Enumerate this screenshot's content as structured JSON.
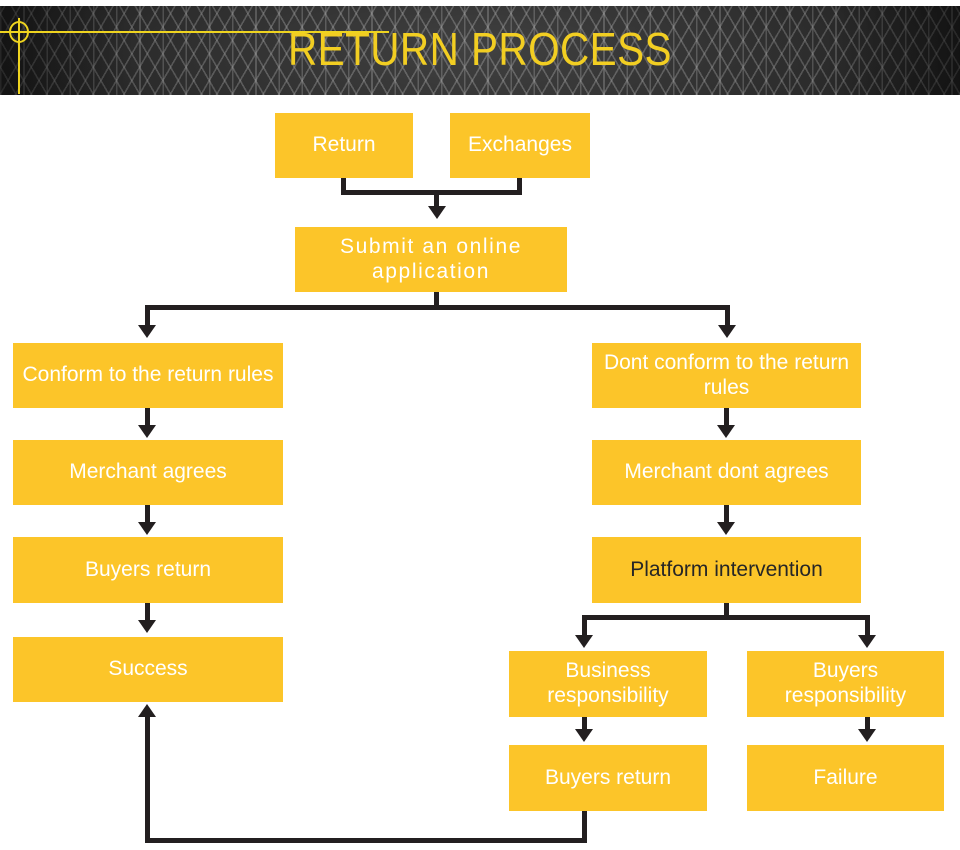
{
  "header": {
    "title": "RETURN PROCESS",
    "accent_color": "#efd41f",
    "background_color": "#2b2b2b",
    "decor": {
      "circle": "circle-marker",
      "horizontal_rule": "horizontal-accent-line",
      "vertical_rule": "vertical-accent-line"
    }
  },
  "theme": {
    "box_fill": "#fcc529",
    "box_text": "#ffffff",
    "box_text_dark": "#262626",
    "connector": "#231f20",
    "page_background": "#ffffff"
  },
  "flowchart": {
    "type": "flowchart",
    "nodes": [
      {
        "id": "return",
        "label": "Return"
      },
      {
        "id": "exchanges",
        "label": "Exchanges"
      },
      {
        "id": "submit",
        "label": "Submit an online application"
      },
      {
        "id": "conform",
        "label": "Conform to the return rules"
      },
      {
        "id": "merchant-agrees",
        "label": "Merchant agrees"
      },
      {
        "id": "buyers-return-left",
        "label": "Buyers return"
      },
      {
        "id": "success",
        "label": "Success"
      },
      {
        "id": "dont-conform",
        "label": "Dont conform to the return rules"
      },
      {
        "id": "merchant-dont-agrees",
        "label": "Merchant dont agrees"
      },
      {
        "id": "platform-intervention",
        "label": "Platform intervention"
      },
      {
        "id": "business-responsibility",
        "label": "Business responsibility"
      },
      {
        "id": "buyers-responsibility",
        "label": "Buyers responsibility"
      },
      {
        "id": "buyers-return-right",
        "label": "Buyers return"
      },
      {
        "id": "failure",
        "label": "Failure"
      }
    ],
    "edges": [
      {
        "from": "return",
        "to": "submit"
      },
      {
        "from": "exchanges",
        "to": "submit"
      },
      {
        "from": "submit",
        "to": "conform"
      },
      {
        "from": "submit",
        "to": "dont-conform"
      },
      {
        "from": "conform",
        "to": "merchant-agrees"
      },
      {
        "from": "merchant-agrees",
        "to": "buyers-return-left"
      },
      {
        "from": "buyers-return-left",
        "to": "success"
      },
      {
        "from": "dont-conform",
        "to": "merchant-dont-agrees"
      },
      {
        "from": "merchant-dont-agrees",
        "to": "platform-intervention"
      },
      {
        "from": "platform-intervention",
        "to": "business-responsibility"
      },
      {
        "from": "platform-intervention",
        "to": "buyers-responsibility"
      },
      {
        "from": "business-responsibility",
        "to": "buyers-return-right"
      },
      {
        "from": "buyers-responsibility",
        "to": "failure"
      },
      {
        "from": "buyers-return-right",
        "to": "success"
      }
    ]
  }
}
